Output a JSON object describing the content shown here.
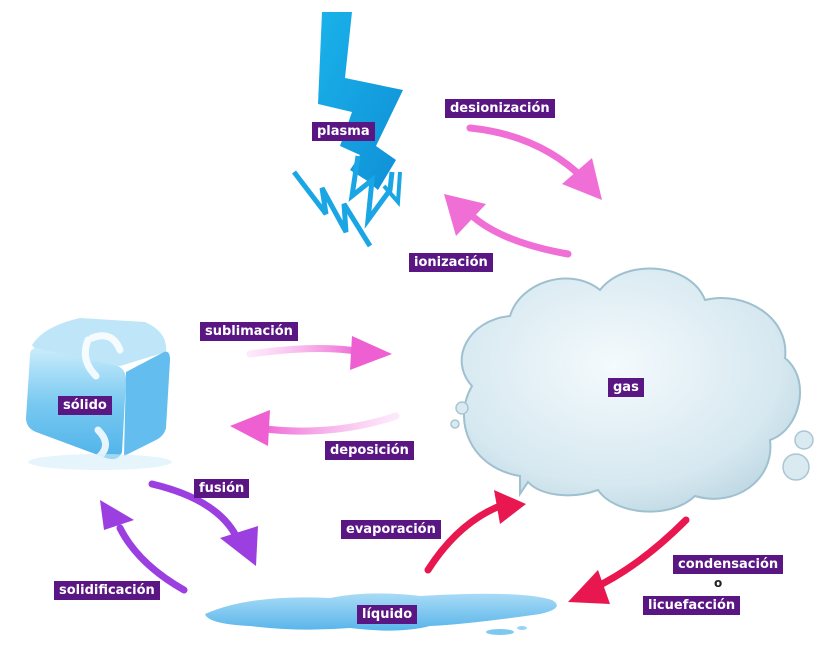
{
  "states": {
    "plasma": "plasma",
    "gas": "gas",
    "solid": "sólido",
    "liquid": "líquido"
  },
  "transitions": {
    "deionization": "desionización",
    "ionization": "ionización",
    "sublimation": "sublimación",
    "deposition": "deposición",
    "fusion": "fusión",
    "solidification": "solidificación",
    "evaporation": "evaporación",
    "condensation": "condensación",
    "or": "o",
    "liquefaction": "licuefacción"
  },
  "colors": {
    "label_bg": "#5a1783",
    "arrow_pink": "#f06fd7",
    "arrow_purple": "#9b3fe0",
    "arrow_red": "#e8174f",
    "bolt": "#1aa6e4",
    "cloud": "#d4e6ee",
    "ice": "#7fcdf2",
    "water": "#7cc8f0"
  }
}
